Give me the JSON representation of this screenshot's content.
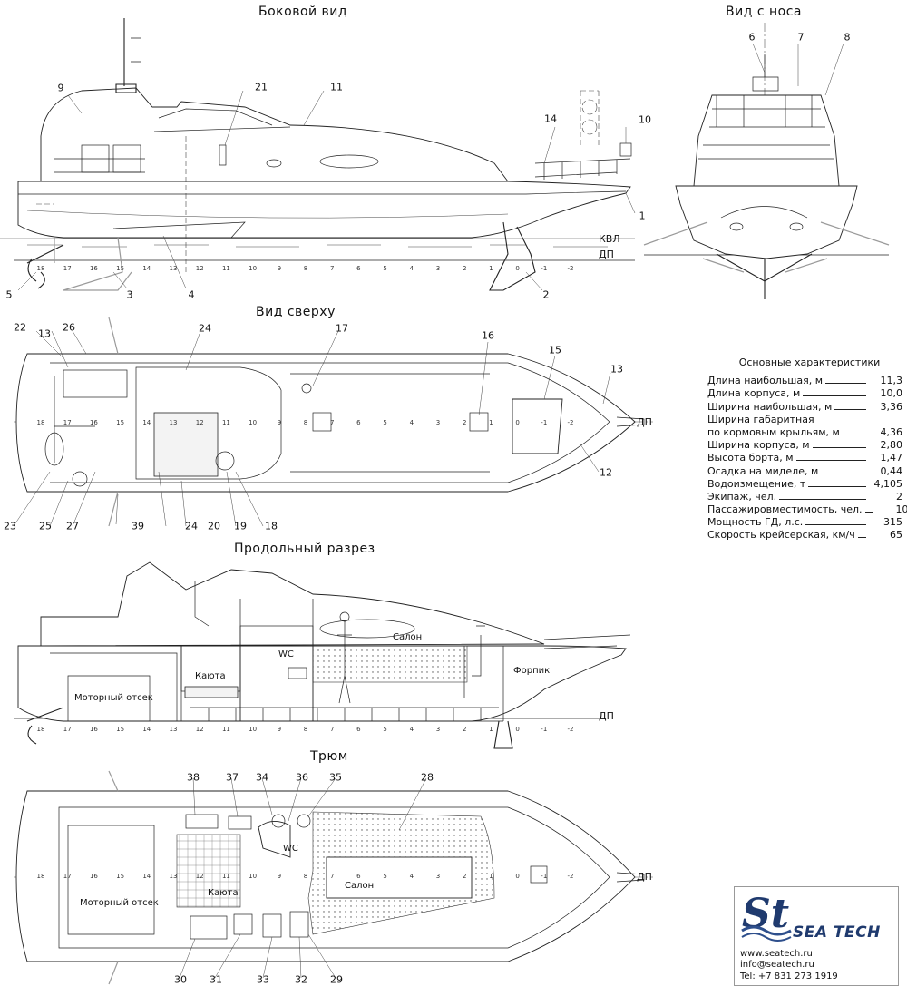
{
  "views": {
    "side": "Боковой вид",
    "bow": "Вид с носа",
    "top": "Вид сверху",
    "section": "Продольный разрез",
    "hold": "Трюм"
  },
  "waterline_labels": {
    "kvl": "КВЛ",
    "dp": "ДП"
  },
  "callouts": {
    "c1": "1",
    "c2": "2",
    "c3": "3",
    "c4": "4",
    "c5": "5",
    "c6": "6",
    "c7": "7",
    "c8": "8",
    "c9": "9",
    "c10": "10",
    "c11": "11",
    "c12": "12",
    "c13a": "13",
    "c13b": "13",
    "c14": "14",
    "c15": "15",
    "c16": "16",
    "c17": "17",
    "c18": "18",
    "c19": "19",
    "c20": "20",
    "c21": "21",
    "c22": "22",
    "c23": "23",
    "c24a": "24",
    "c24b": "24",
    "c25": "25",
    "c26": "26",
    "c27": "27",
    "c28": "28",
    "c29": "29",
    "c30": "30",
    "c31": "31",
    "c32": "32",
    "c33": "33",
    "c34": "34",
    "c35": "35",
    "c36": "36",
    "c37": "37",
    "c38": "38",
    "c39": "39"
  },
  "frames": [
    "18",
    "17",
    "16",
    "15",
    "14",
    "13",
    "12",
    "11",
    "10",
    "9",
    "8",
    "7",
    "6",
    "5",
    "4",
    "3",
    "2",
    "1",
    "0",
    "-1",
    "-2"
  ],
  "compartments": {
    "engine": "Моторный отсек",
    "cabin": "Каюта",
    "wc": "WC",
    "salon": "Салон",
    "forepeak": "Форпик"
  },
  "specs": {
    "title": "Основные характеристики",
    "rows": [
      {
        "label": "Длина наибольшая, м",
        "value": "11,3"
      },
      {
        "label": "Длина корпуса, м",
        "value": "10,0"
      },
      {
        "label": "Ширина наибольшая, м",
        "value": "3,36"
      },
      {
        "label": "Ширина габаритная",
        "value": ""
      },
      {
        "label": "по кормовым крыльям, м",
        "value": "4,36"
      },
      {
        "label": "Ширина корпуса, м",
        "value": "2,80"
      },
      {
        "label": "Высота борта, м",
        "value": "1,47"
      },
      {
        "label": "Осадка на миделе, м",
        "value": "0,44"
      },
      {
        "label": "Водоизмещение, т",
        "value": "4,105"
      },
      {
        "label": "Экипаж, чел.",
        "value": "2"
      },
      {
        "label": "Пассажировместимость, чел.",
        "value": "10"
      },
      {
        "label": "Мощность ГД, л.с.",
        "value": "315"
      },
      {
        "label": "Скорость крейсерская, км/ч",
        "value": "65"
      }
    ]
  },
  "logo": {
    "brand": "SEA TECH",
    "website": "www.seatech.ru",
    "email": "info@seatech.ru",
    "phone": "Tel: +7 831 273 1919"
  },
  "colors": {
    "line": "#222222",
    "hydrofoil": "#9a9a9a",
    "brand": "#1f3a6e",
    "logo_wave": "#2e4f8c"
  }
}
